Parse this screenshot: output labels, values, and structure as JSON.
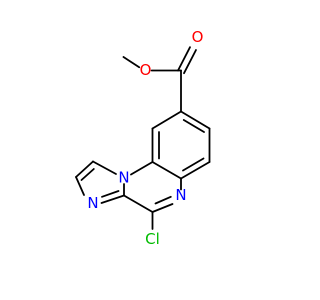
{
  "molecule": {
    "atoms": {
      "o_ether": {
        "symbol": "O",
        "color": "#ff0000"
      },
      "o_carbonyl": {
        "symbol": "O",
        "color": "#ff0000"
      },
      "n_bridge": {
        "symbol": "N",
        "color": "#0000ff"
      },
      "n_imidazole": {
        "symbol": "N",
        "color": "#0000ff"
      },
      "n_pyrazine": {
        "symbol": "N",
        "color": "#0000ff"
      },
      "cl": {
        "symbol": "Cl",
        "color": "#00bb00"
      }
    },
    "bond_color": "#000000"
  }
}
